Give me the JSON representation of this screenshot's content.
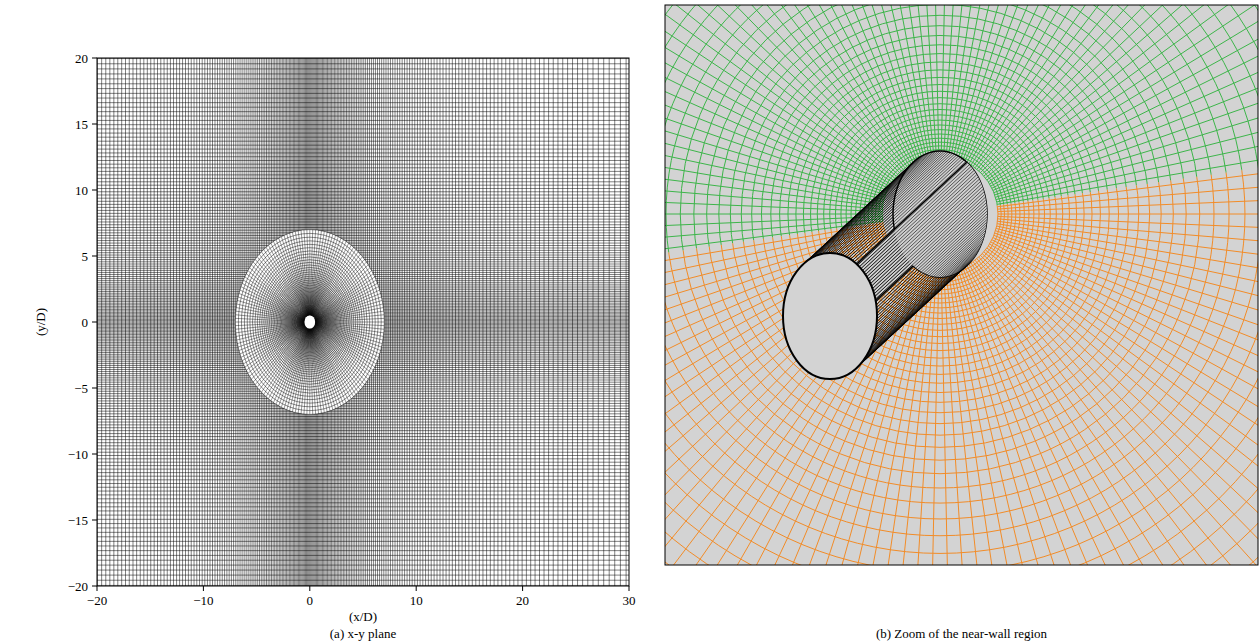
{
  "diagram": {
    "labels": [
      "20",
      "15",
      "10",
      "5",
      "0",
      "−5",
      "−10",
      "−15",
      "−20",
      "−20",
      "−10",
      "0",
      "10",
      "20",
      "30",
      "(y/D)",
      "(x/D)",
      "(a) x-y plane",
      "(b) Zoom of the near-wall region"
    ]
  }
}
